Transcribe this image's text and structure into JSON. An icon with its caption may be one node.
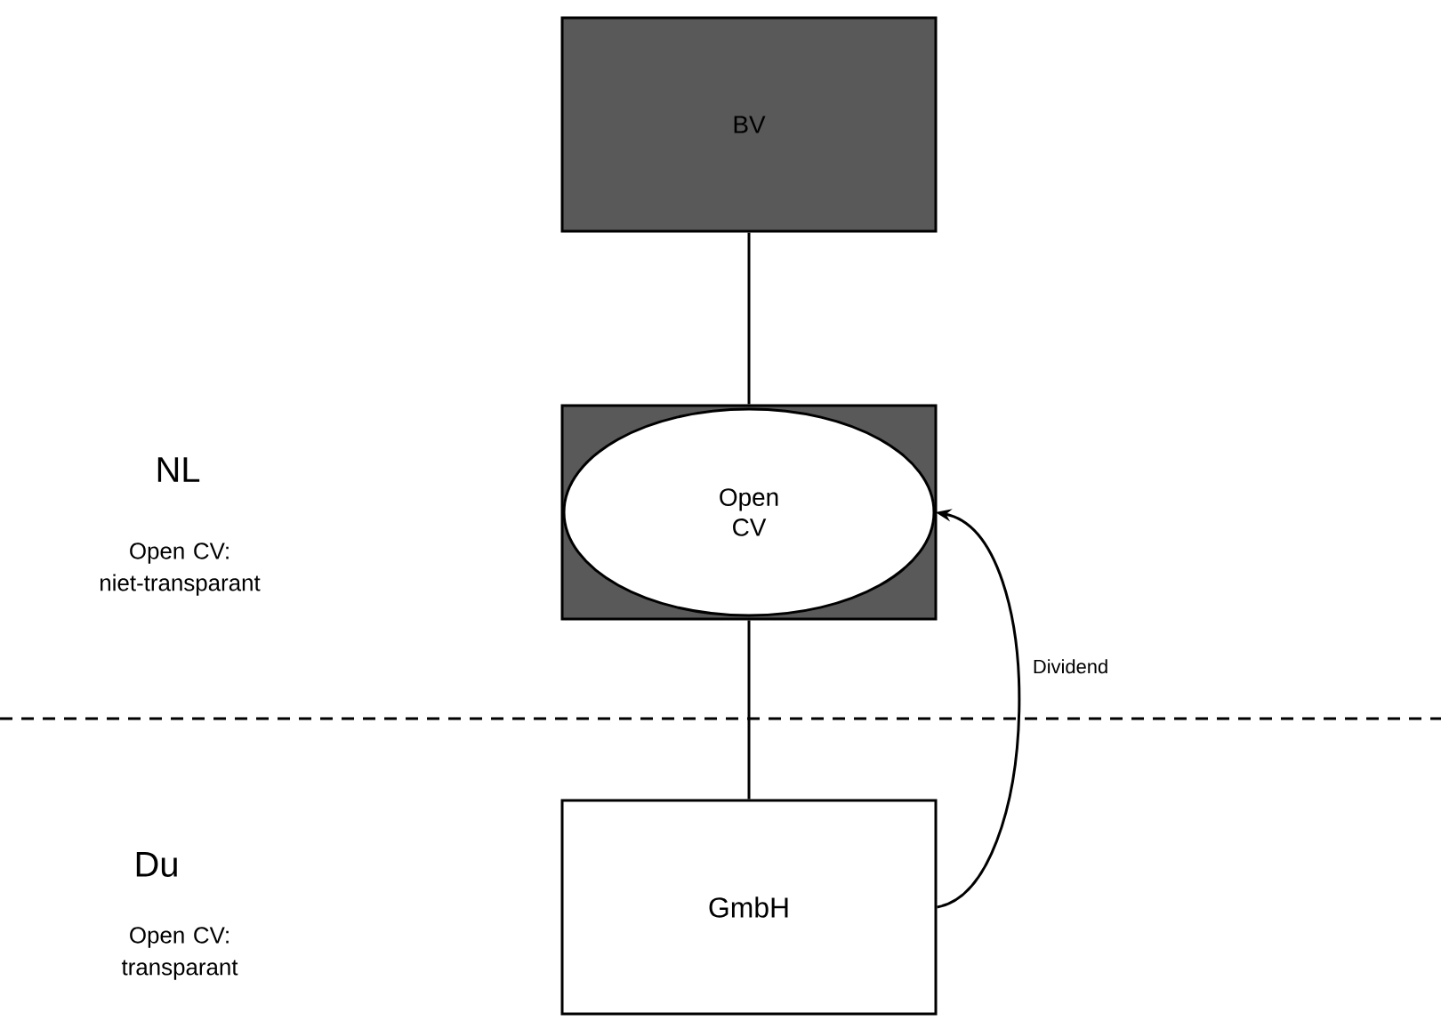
{
  "diagram": {
    "nodes": [
      {
        "text": [
          "BV"
        ]
      },
      {
        "text": [],
        "shape": "box"
      },
      {
        "text": [
          "Open CV"
        ],
        "in": 1
      },
      {
        "text": [
          "GmbH"
        ]
      }
    ],
    "edges": [
      {
        "from": 0,
        "to": 1,
        "arrow": "none"
      },
      {
        "from": 1,
        "to": 3,
        "arrow": "none"
      },
      {
        "from": 3,
        "to": 2,
        "arrow": "to",
        "label": "Dividend"
      }
    ],
    "labels": [
      "NL",
      "Open CV: niet-transparant",
      "Du",
      "Open CV: transparant"
    ]
  }
}
